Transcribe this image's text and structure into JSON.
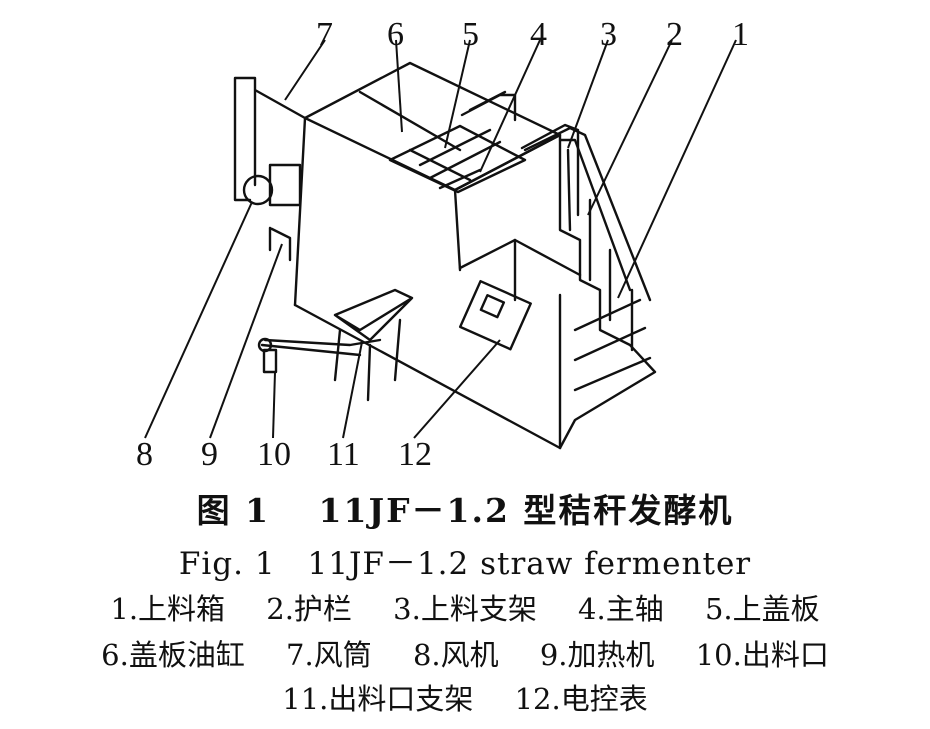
{
  "part_numbers": [
    "1",
    "2",
    "3",
    "4",
    "5",
    "6",
    "7",
    "8",
    "9",
    "10",
    "11",
    "12"
  ],
  "caption": {
    "chinese": "图 1　 11JF－1.2 型秸秆发酵机",
    "english": "Fig. 1　11JF－1.2 straw fermenter"
  },
  "legend": {
    "row1": [
      "1.上料箱",
      "2.护栏",
      "3.上料支架",
      "4.主轴",
      "5.上盖板"
    ],
    "row2": [
      "6.盖板油缸",
      "7.风筒",
      "8.风机",
      "9.加热机",
      "10.出料口"
    ],
    "row3": [
      "11.出料口支架",
      "12.电控表"
    ]
  }
}
